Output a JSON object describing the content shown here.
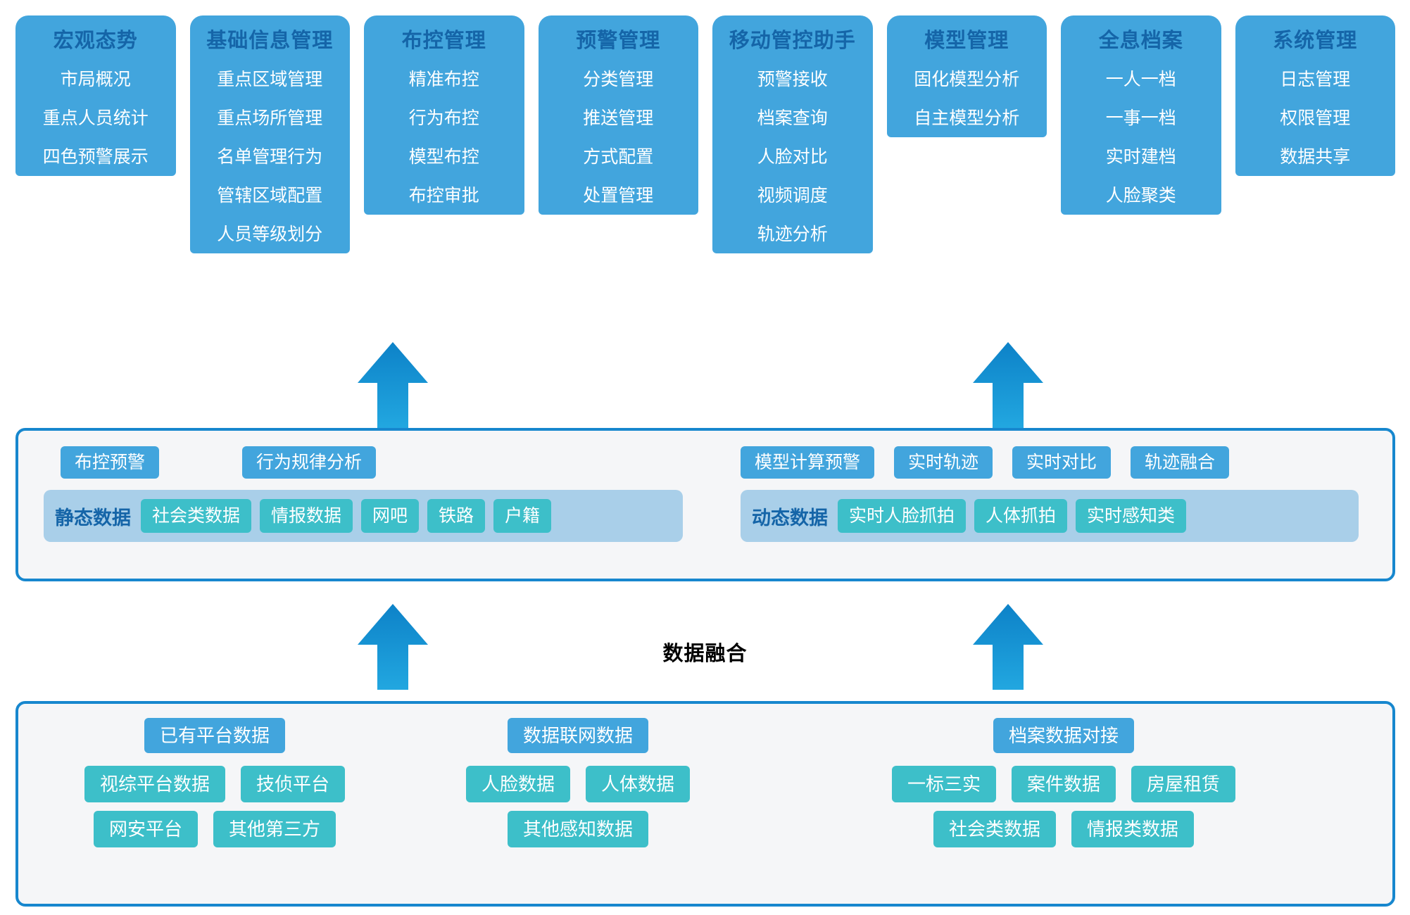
{
  "top_modules": [
    {
      "title": "宏观态势",
      "items": [
        "市局概况",
        "重点人员统计",
        "四色预警展示"
      ]
    },
    {
      "title": "基础信息管理",
      "items": [
        "重点区域管理",
        "重点场所管理",
        "名单管理行为",
        "管辖区域配置",
        "人员等级划分"
      ]
    },
    {
      "title": "布控管理",
      "items": [
        "精准布控",
        "行为布控",
        "模型布控",
        "布控审批"
      ]
    },
    {
      "title": "预警管理",
      "items": [
        "分类管理",
        "推送管理",
        "方式配置",
        "处置管理"
      ]
    },
    {
      "title": "移动管控助手",
      "items": [
        "预警接收",
        "档案查询",
        "人脸对比",
        "视频调度",
        "轨迹分析"
      ]
    },
    {
      "title": "模型管理",
      "items": [
        "固化模型分析",
        "自主模型分析"
      ]
    },
    {
      "title": "全息档案",
      "items": [
        "一人一档",
        "一事一档",
        "实时建档",
        "人脸聚类"
      ]
    },
    {
      "title": "系统管理",
      "items": [
        "日志管理",
        "权限管理",
        "数据共享"
      ]
    }
  ],
  "middle": {
    "left": {
      "capabilities": [
        "布控预警",
        "行为规律分析"
      ],
      "band_label": "静态数据",
      "chips": [
        "社会类数据",
        "情报数据",
        "网吧",
        "铁路",
        "户籍"
      ]
    },
    "right": {
      "capabilities": [
        "模型计算预警",
        "实时轨迹",
        "实时对比",
        "轨迹融合"
      ],
      "band_label": "动态数据",
      "chips": [
        "实时人脸抓拍",
        "人体抓拍",
        "实时感知类"
      ]
    }
  },
  "fusion_label": "数据融合",
  "bottom_groups": [
    {
      "head": "已有平台数据",
      "rows": [
        [
          "视综平台数据",
          "技侦平台"
        ],
        [
          "网安平台",
          "其他第三方"
        ]
      ]
    },
    {
      "head": "数据联网数据",
      "rows": [
        [
          "人脸数据",
          "人体数据"
        ],
        [
          "其他感知数据"
        ]
      ]
    },
    {
      "head": "档案数据对接",
      "rows": [
        [
          "一标三实",
          "案件数据",
          "房屋租赁"
        ],
        [
          "社会类数据",
          "情报类数据"
        ]
      ]
    }
  ],
  "colors": {
    "module_bg": "#42a5dd",
    "module_title": "#1565a8",
    "panel_border": "#1787ce",
    "panel_bg": "#f5f6f8",
    "band_bg": "#a9cfe9",
    "chip_bg": "#3dbfc9",
    "arrow_top": "#0d82c8",
    "arrow_bottom": "#22a7e0"
  },
  "arrows": [
    {
      "name": "arrow-left-to-modules"
    },
    {
      "name": "arrow-right-to-modules"
    },
    {
      "name": "arrow-left-to-fusion"
    },
    {
      "name": "arrow-right-to-fusion"
    }
  ]
}
